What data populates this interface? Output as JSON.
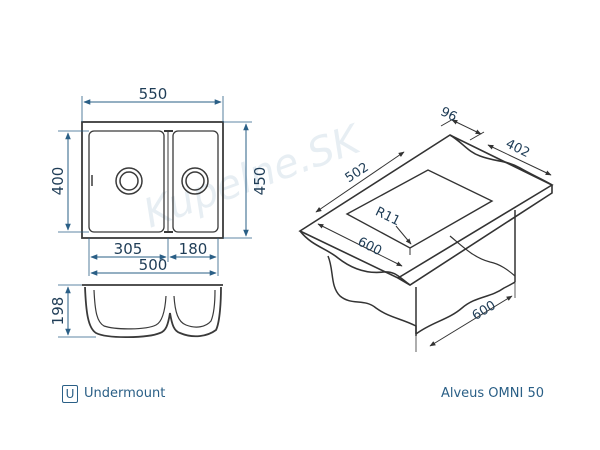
{
  "watermark": "Kupelne.SK",
  "top_view": {
    "overall_width": "550",
    "inner_width": "500",
    "inner_height": "400",
    "overall_height": "450",
    "bowl_left_width": "305",
    "bowl_right_width": "180"
  },
  "section_view": {
    "depth": "198"
  },
  "iso_view": {
    "bowl_length": "502",
    "rim_width": "96",
    "bowl_width": "402",
    "front_length": "600",
    "cabinet_width": "600",
    "corner_radius": "R11"
  },
  "footer": {
    "mount_icon_letter": "U",
    "mount_type": "Undermount",
    "model": "Alveus OMNI 50"
  },
  "colors": {
    "dimension": "#2a5f86",
    "outline": "#3a3a3a",
    "text": "#1f3d57"
  }
}
